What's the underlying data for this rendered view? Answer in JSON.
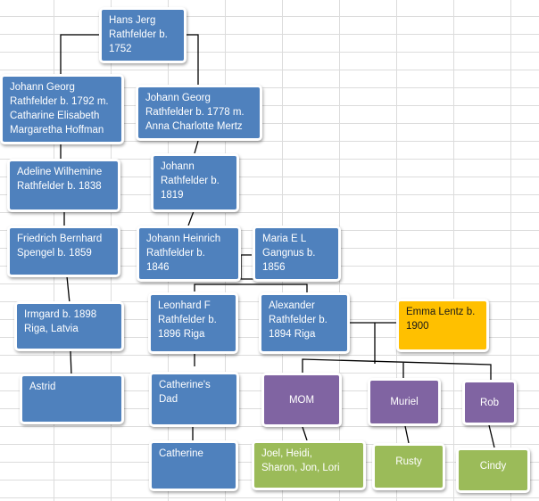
{
  "people": {
    "hans_jerg": "Hans Jerg\nRathfelder b.\n1752",
    "johann_georg_1792": "Johann  Georg\nRathfelder b. 1792 m.\nCatharine Elisabeth\nMargaretha Hoffman",
    "johann_georg_1778": "Johann  Georg\nRathfelder b. 1778 m.\nAnna Charlotte Mertz",
    "adeline": "Adeline Wilhemine\nRathfelder b. 1838",
    "johann_1819": "Johann\nRathfelder b.\n1819",
    "friedrich": "Friedrich Bernhard\nSpengel b. 1859",
    "johann_heinrich": "Johann Heinrich\nRathfelder b.\n1846",
    "maria": "Maria E L\nGangnus b.\n1856",
    "irmgard": "Irmgard b. 1898\nRiga, Latvia",
    "leonhard": "Leonhard F\nRathfelder b.\n1896 Riga",
    "alexander": "Alexander\nRathfelder b.\n1894 Riga",
    "emma": "Emma Lentz b.\n1900",
    "astrid": "Astrid",
    "catherines_dad": "Catherine's\nDad",
    "mom": "MOM",
    "muriel": "Muriel",
    "rob": "Rob",
    "catherine": "Catherine",
    "joel": "Joel, Heidi,\nSharon, Jon, Lori",
    "rusty": "Rusty",
    "cindy": "Cindy"
  },
  "colors": {
    "blue": "#4f81bd",
    "purple": "#8064a2",
    "green": "#9bbb59",
    "orange": "#ffc000",
    "connector": "#000000"
  }
}
